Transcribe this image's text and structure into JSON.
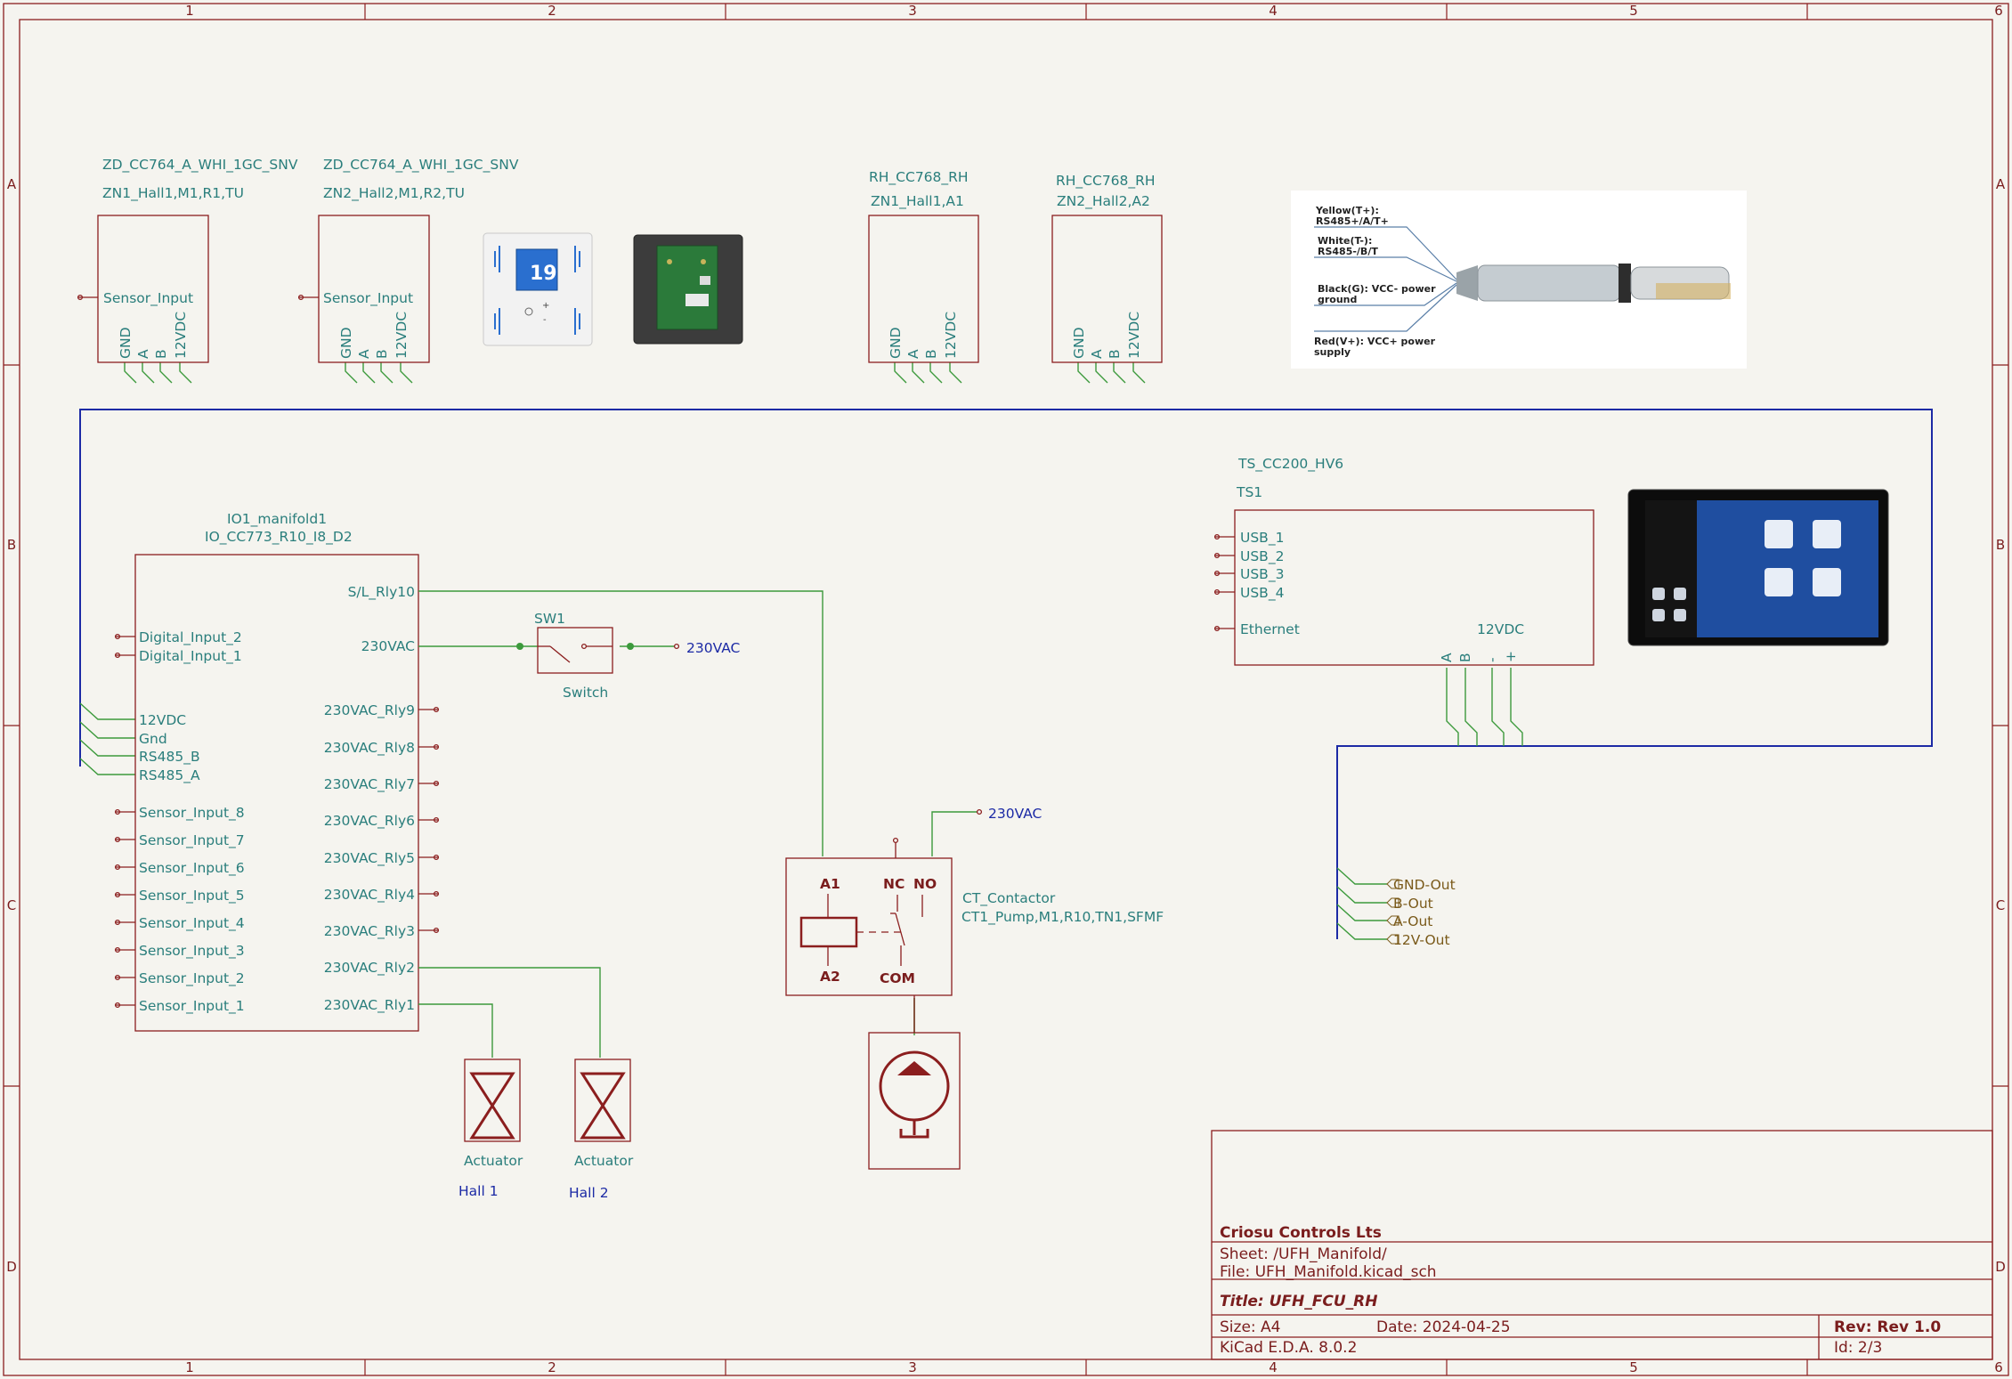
{
  "frame": {
    "columns": [
      "1",
      "2",
      "3",
      "4",
      "5",
      "6"
    ],
    "rows": [
      "A",
      "B",
      "C",
      "D"
    ]
  },
  "zone_sensors": [
    {
      "value": "ZD_CC764_A_WHI_1GC_SNV",
      "ref": "ZN1_Hall1,M1,R1,TU",
      "input": "Sensor_Input",
      "pins": [
        "GND",
        "A",
        "B",
        "12VDC"
      ]
    },
    {
      "value": "ZD_CC764_A_WHI_1GC_SNV",
      "ref": "ZN2_Hall2,M1,R2,TU",
      "input": "Sensor_Input",
      "pins": [
        "GND",
        "A",
        "B",
        "12VDC"
      ]
    }
  ],
  "rh_sensors": [
    {
      "value": "RH_CC768_RH",
      "ref": "ZN1_Hall1,A1",
      "pins": [
        "GND",
        "A",
        "B",
        "12VDC"
      ]
    },
    {
      "value": "RH_CC768_RH",
      "ref": "ZN2_Hall2,A2",
      "pins": [
        "GND",
        "A",
        "B",
        "12VDC"
      ]
    }
  ],
  "thermostat_photo": {
    "display_value": "19"
  },
  "probe_image": {
    "wires": [
      {
        "line1": "Yellow(T+):",
        "line2": "RS485+/A/T+",
        "color": "#d4b400"
      },
      {
        "line1": "White(T-):",
        "line2": "RS485-/B/T",
        "color": "#cfcfcf"
      },
      {
        "line1": "Black(G): VCC- power",
        "line2": "ground",
        "color": "#222222"
      },
      {
        "line1": "Red(V+): VCC+ power",
        "line2": "supply",
        "color": "#c00000"
      }
    ]
  },
  "touchscreen": {
    "value": "TS_CC200_HV6",
    "ref": "TS1",
    "ports": [
      "USB_1",
      "USB_2",
      "USB_3",
      "USB_4",
      "Ethernet"
    ],
    "power_label": "12VDC",
    "bottom_pins": [
      "A",
      "B",
      "-",
      "+"
    ]
  },
  "io_module": {
    "ref": "IO1_manifold1",
    "value": "IO_CC773_R10_I8_D2",
    "left_digital": [
      "Digital_Input_2",
      "Digital_Input_1"
    ],
    "left_power": [
      "12VDC",
      "Gnd",
      "RS485_B",
      "RS485_A"
    ],
    "left_sensors": [
      "Sensor_Input_8",
      "Sensor_Input_7",
      "Sensor_Input_6",
      "Sensor_Input_5",
      "Sensor_Input_4",
      "Sensor_Input_3",
      "Sensor_Input_2",
      "Sensor_Input_1"
    ],
    "right_top": [
      "S/L_Rly10",
      "230VAC"
    ],
    "right_relays": [
      "230VAC_Rly9",
      "230VAC_Rly8",
      "230VAC_Rly7",
      "230VAC_Rly6",
      "230VAC_Rly5",
      "230VAC_Rly4",
      "230VAC_Rly3",
      "230VAC_Rly2",
      "230VAC_Rly1"
    ]
  },
  "switch": {
    "ref": "SW1",
    "value": "Switch",
    "net": "230VAC"
  },
  "contactor": {
    "value": "CT_Contactor",
    "ref": "CT1_Pump,M1,R10,TN1,SFMF",
    "pin_a1": "A1",
    "pin_a2": "A2",
    "pin_nc": "NC",
    "pin_no": "NO",
    "pin_com": "COM",
    "net": "230VAC"
  },
  "actuators": [
    {
      "value": "Actuator",
      "net": "Hall 1"
    },
    {
      "value": "Actuator",
      "net": "Hall 2"
    }
  ],
  "global_labels": [
    "GND-Out",
    "B-Out",
    "A-Out",
    "12V-Out"
  ],
  "title_block": {
    "company": "Criosu Controls Lts",
    "sheet": "Sheet: /UFH_Manifold/",
    "file": "File: UFH_Manifold.kicad_sch",
    "title": "Title: UFH_FCU_RH",
    "size": "Size: A4",
    "date": "Date: 2024-04-25",
    "rev": "Rev: Rev 1.0",
    "tool": "KiCad E.D.A. 8.0.2",
    "id": "Id: 2/3"
  }
}
